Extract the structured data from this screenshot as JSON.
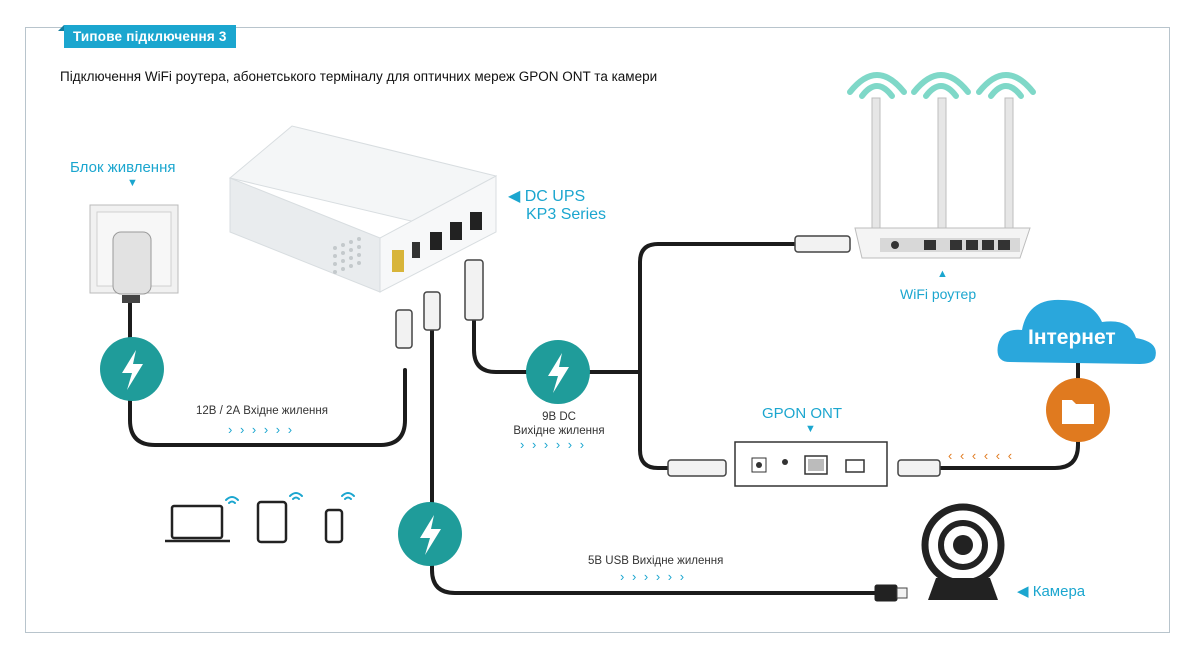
{
  "header": {
    "tag_title": "Типове підключення 3",
    "subtitle": "Підключення WiFi роутера, абонетського терміналу для оптичних мереж GPON ONT та камери"
  },
  "labels": {
    "power_supply": "Блок живлення",
    "ups_line1": "◀ DC UPS",
    "ups_line2": "KP3 Series",
    "wifi_router": "WiFi роутер",
    "gpon_ont": "GPON ONT",
    "internet": "Інтернет",
    "camera": "◀ Камера",
    "input_power": "12В / 2А Вхідне жилення",
    "output_9v_line1": "9В DC",
    "output_9v_line2": "Вихідне жилення",
    "usb_5v": "5В USB Вихідне жилення",
    "arrows_right": "› › › › › ›",
    "arrows_left": "‹ ‹ ‹ ‹ ‹ ‹",
    "down_marker": "▼",
    "up_marker": "▲"
  },
  "icons": {
    "bolt": "lightning-bolt-icon",
    "folder": "folder-icon",
    "cloud": "cloud-icon",
    "wifi": "wifi-icon"
  },
  "colors": {
    "accent_teal": "#1ba6cf",
    "bolt_circle": "#1f9c9a",
    "internet_orange": "#e07a1f",
    "cable": "#1c1c1c",
    "cloud_blue": "#2aa7dc"
  }
}
